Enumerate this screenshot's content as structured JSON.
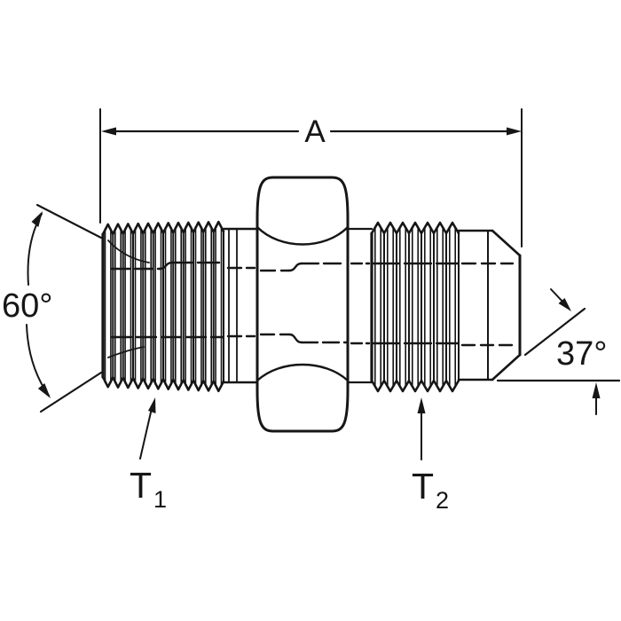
{
  "colors": {
    "ink": "#161616",
    "paper": "#ffffff"
  },
  "labels": {
    "dimension_a": "A",
    "left_angle": "60°",
    "right_angle": "37°",
    "t1_base": "T",
    "t1_sub": "1",
    "t2_base": "T",
    "t2_sub": "2"
  }
}
